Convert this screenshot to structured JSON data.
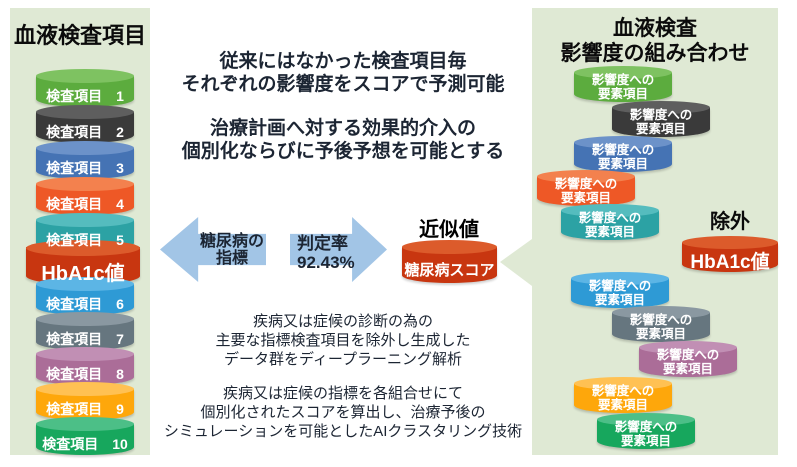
{
  "colors": {
    "panel_bg": "#DFE9D4",
    "arrow": "#A2C5E6",
    "ink": "#1C2533"
  },
  "left_panel": {
    "title": "血液検査項目",
    "disks": [
      {
        "label": "検査項目　1",
        "color": "#5CAC3E",
        "top_color": "#7EC261"
      },
      {
        "label": "検査項目　2",
        "color": "#3A3A3A",
        "top_color": "#5E5E5E"
      },
      {
        "label": "検査項目　3",
        "color": "#4573B4",
        "top_color": "#6C92C9"
      },
      {
        "label": "検査項目　4",
        "color": "#EE5826",
        "top_color": "#F3814E"
      },
      {
        "label": "検査項目　5",
        "color": "#2CA2A4",
        "top_color": "#55BCBE"
      },
      {
        "label": "HbA1c値",
        "color": "#C83610",
        "top_color": "#DC5B2B"
      },
      {
        "label": "検査項目　6",
        "color": "#2E9AD5",
        "top_color": "#5CB5E5"
      },
      {
        "label": "検査項目　7",
        "color": "#66767F",
        "top_color": "#8A98A1"
      },
      {
        "label": "検査項目　8",
        "color": "#AB6D98",
        "top_color": "#C18FB4"
      },
      {
        "label": "検査項目　9",
        "color": "#FEA70B",
        "top_color": "#FFC153"
      },
      {
        "label": "検査項目　10",
        "color": "#17A75D",
        "top_color": "#4CBF87"
      }
    ]
  },
  "center": {
    "headline1": [
      "従来にはなかった検査項目毎",
      "それぞれの影響度をスコアで予測可能"
    ],
    "headline2": [
      "治療計画へ対する効果的介入の",
      "個別化ならびに予後予想を可能とする"
    ],
    "left_arrow_lines": [
      "糖尿病の",
      "指標"
    ],
    "right_arrow_lines": [
      "判定率",
      "92.43%"
    ],
    "approx_label": "近似値",
    "score_disk": {
      "label": "糖尿病スコア",
      "color": "#C83610",
      "top_color": "#DC5B2B"
    },
    "paragraph1": [
      "疾病又は症候の診断の為の",
      "主要な指標検査項目を除外し生成した",
      "データ群をディープラーニング解析"
    ],
    "paragraph2": [
      "疾病又は症候の指標を各組合せにて",
      "個別化されたスコアを算出し、治療予後の",
      "シミュレーションを可能としたAIクラスタリング技術"
    ]
  },
  "right_panel": {
    "title_lines": [
      "血液検査",
      "影響度の組み合わせ"
    ],
    "exclusion_label": "除外",
    "excluded_disk": {
      "label": "HbA1c値",
      "color": "#C83610",
      "top_color": "#DC5B2B"
    },
    "disks": [
      {
        "label_lines": [
          "影響度への",
          "要素項目"
        ],
        "color": "#5CAC3E",
        "top_color": "#7EC261"
      },
      {
        "label_lines": [
          "影響度への",
          "要素項目"
        ],
        "color": "#3A3A3A",
        "top_color": "#5E5E5E"
      },
      {
        "label_lines": [
          "影響度への",
          "要素項目"
        ],
        "color": "#4573B4",
        "top_color": "#6C92C9"
      },
      {
        "label_lines": [
          "影響度への",
          "要素項目"
        ],
        "color": "#EE5826",
        "top_color": "#F3814E"
      },
      {
        "label_lines": [
          "影響度への",
          "要素項目"
        ],
        "color": "#2CA2A4",
        "top_color": "#55BCBE"
      },
      {
        "label_lines": [
          "影響度への",
          "要素項目"
        ],
        "color": "#2E9AD5",
        "top_color": "#5CB5E5"
      },
      {
        "label_lines": [
          "影響度への",
          "要素項目"
        ],
        "color": "#66767F",
        "top_color": "#8A98A1"
      },
      {
        "label_lines": [
          "影響度への",
          "要素項目"
        ],
        "color": "#AB6D98",
        "top_color": "#C18FB4"
      },
      {
        "label_lines": [
          "影響度への",
          "要素項目"
        ],
        "color": "#FEA70B",
        "top_color": "#FFC153"
      },
      {
        "label_lines": [
          "影響度への",
          "要素項目"
        ],
        "color": "#17A75D",
        "top_color": "#4CBF87"
      }
    ]
  }
}
